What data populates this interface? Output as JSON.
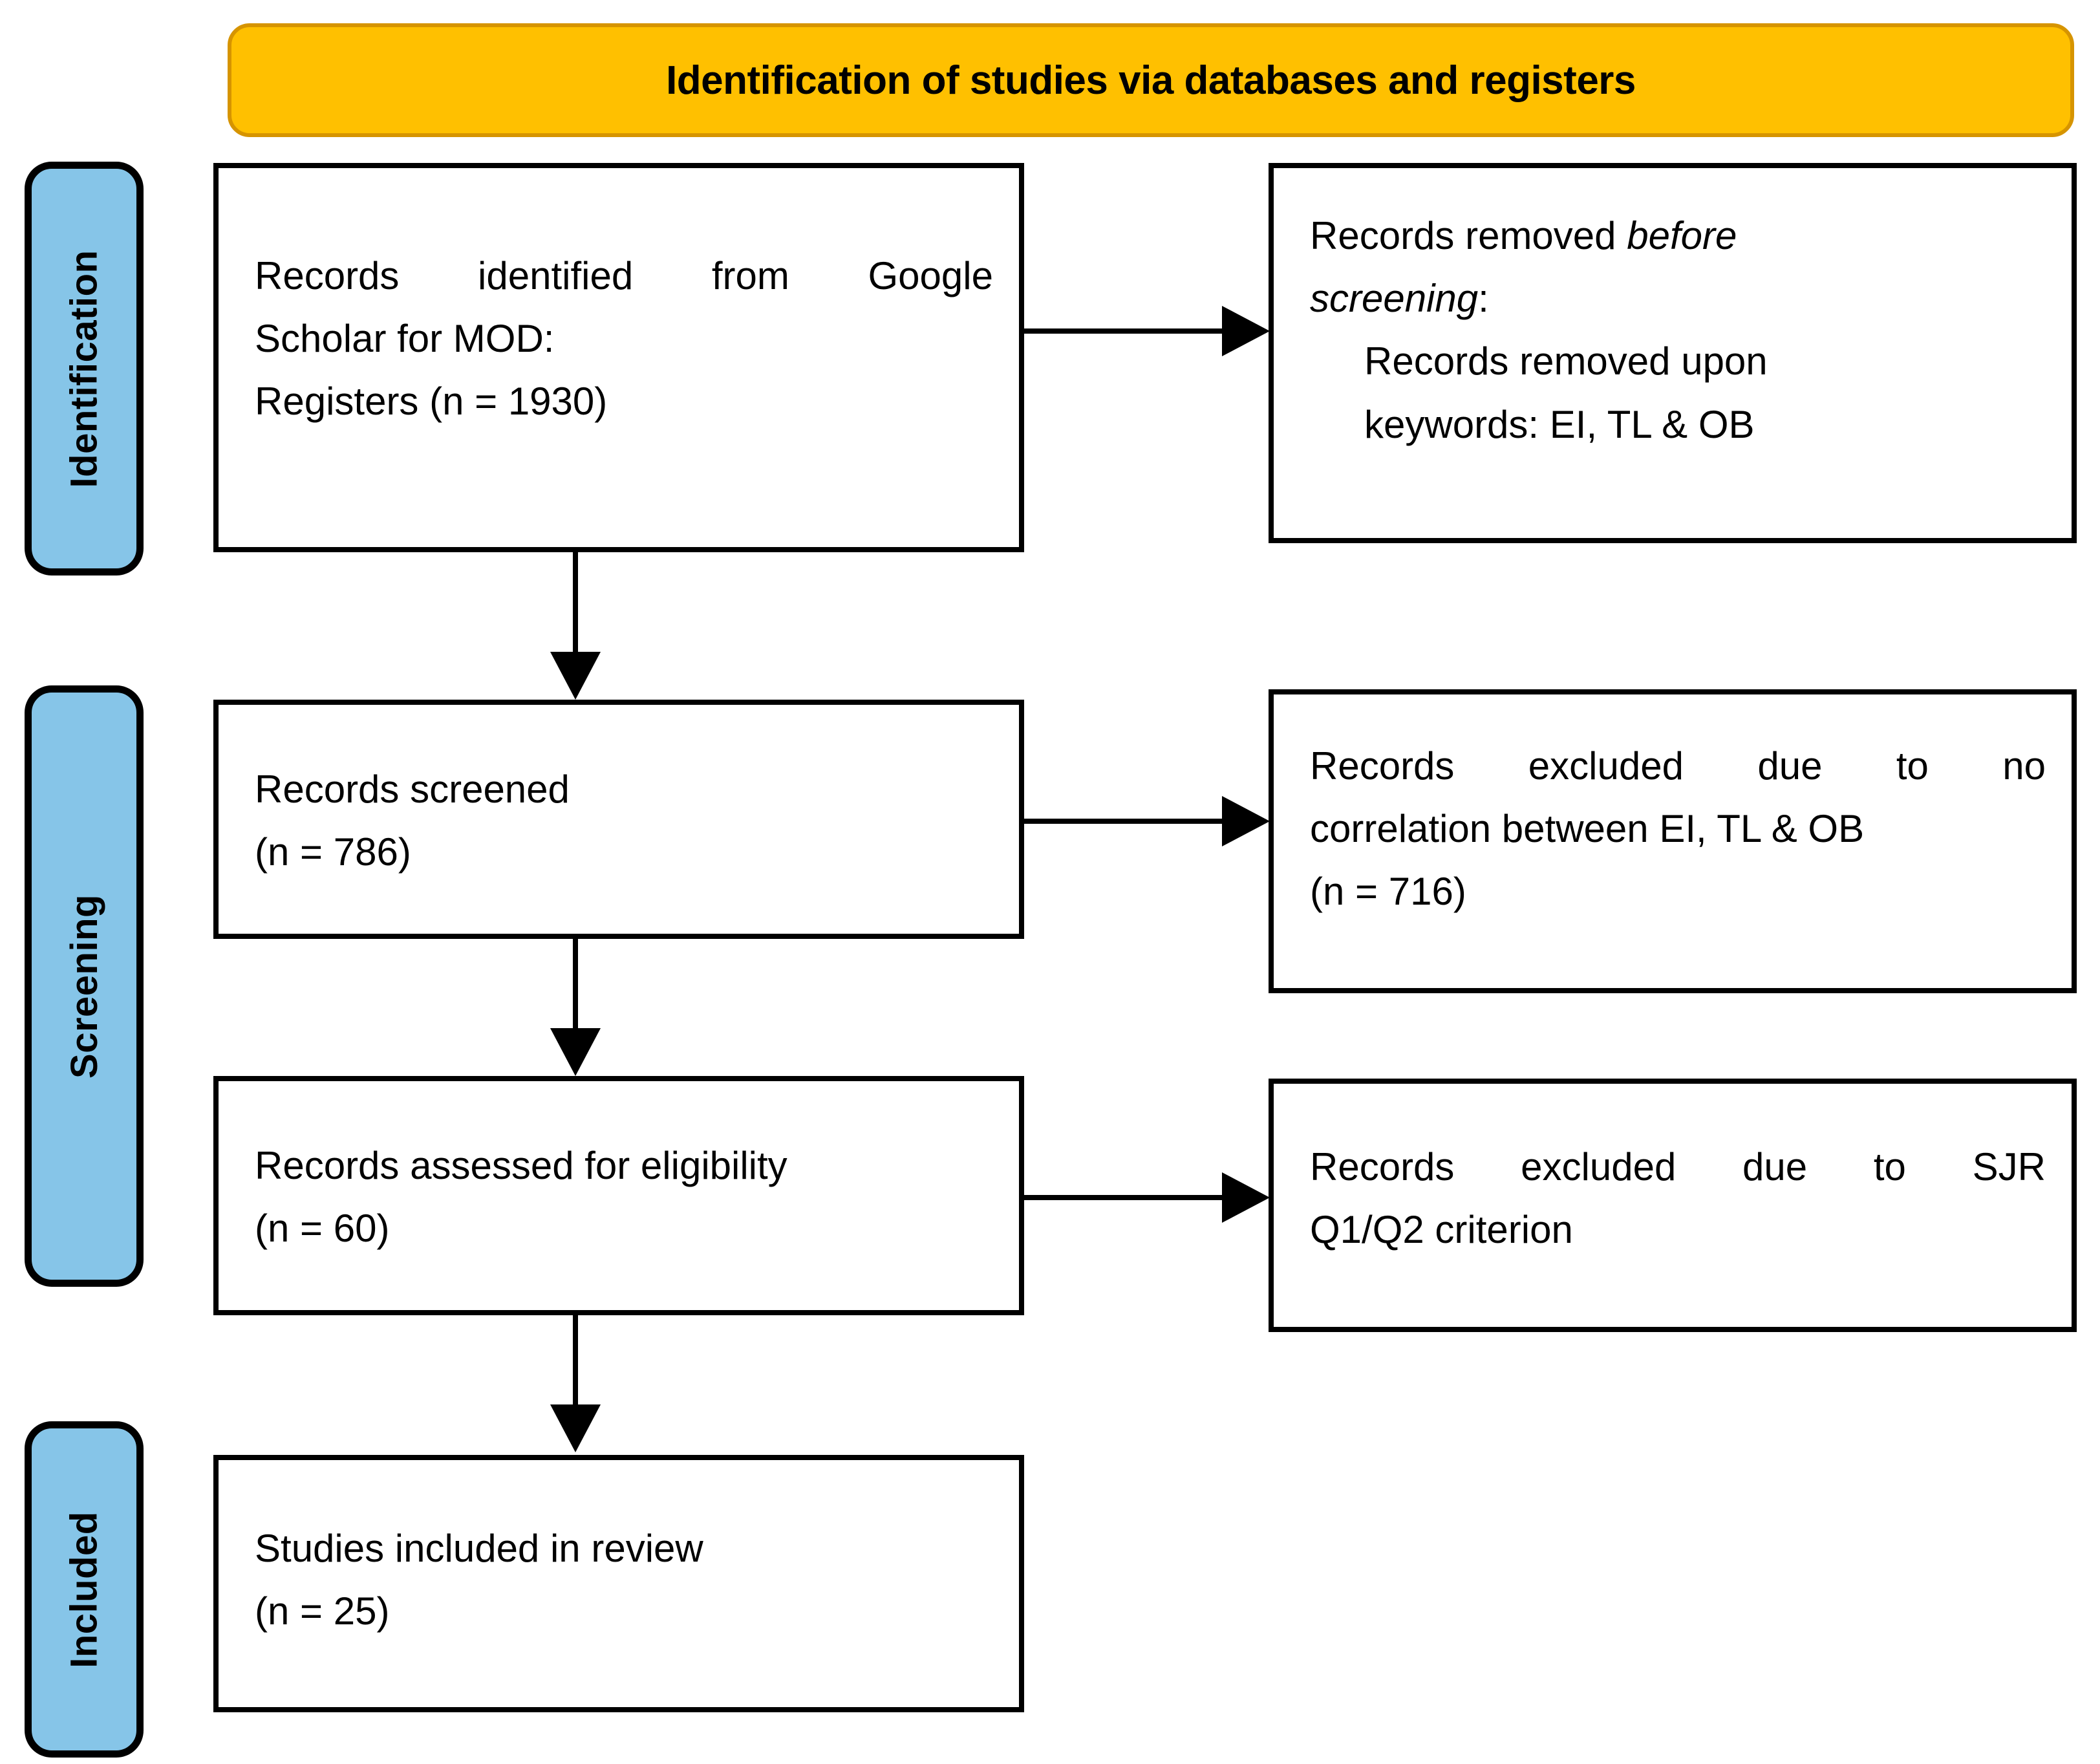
{
  "header": {
    "title": "Identification of studies via databases and registers",
    "background_color": "#FFC000",
    "border_color": "#D69400"
  },
  "stages": [
    {
      "id": "identification",
      "label": "Identification",
      "color": "#86C5E8"
    },
    {
      "id": "screening",
      "label": "Screening",
      "color": "#86C5E8"
    },
    {
      "id": "included",
      "label": "Included",
      "color": "#86C5E8"
    }
  ],
  "boxes": {
    "records_identified": {
      "line1": "Records  identified  from  Google",
      "line2": "Scholar for MOD:",
      "line3": "Registers (n = 1930)"
    },
    "records_removed": {
      "line1_plain": "Records removed ",
      "line1_italic": "before",
      "line2_italic": "screening",
      "line2_plain": ":",
      "line3": "Records removed upon",
      "line4": "keywords: EI, TL & OB"
    },
    "records_screened": {
      "line1": "Records screened",
      "line2": "(n = 786)"
    },
    "records_excluded_no_correlation": {
      "line1": "Records  excluded  due  to  no",
      "line2": "correlation between EI, TL & OB",
      "line3": "(n = 716)"
    },
    "records_assessed": {
      "line1": "Records assessed for eligibility",
      "line2": "(n = 60)"
    },
    "records_excluded_sjr": {
      "line1": "Records  excluded  due  to  SJR",
      "line2": "Q1/Q2 criterion"
    },
    "studies_included": {
      "line1": "Studies included in review",
      "line2": "(n = 25)"
    }
  },
  "flow_data": {
    "type": "prisma-flow",
    "identified": 1930,
    "screened": 786,
    "excluded_no_correlation": 716,
    "assessed_for_eligibility": 60,
    "included_in_review": 25
  }
}
